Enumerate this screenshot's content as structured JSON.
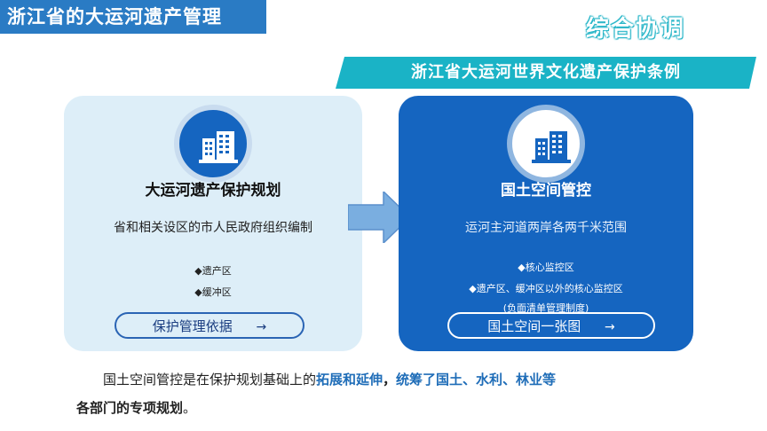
{
  "header": {
    "title": "浙江省的大运河遗产管理",
    "corner_title": "综合协调",
    "banner": "浙江省大运河世界文化遗产保护条例"
  },
  "left_card": {
    "icon": "building-icon",
    "title": "大运河遗产保护规划",
    "description": "省和相关设区的市人民政府组织编制",
    "bullets": [
      "◆遗产区",
      "◆缓冲区"
    ],
    "button_label": "保护管理依据",
    "button_arrow": "→"
  },
  "right_card": {
    "icon": "building-icon",
    "title": "国土空间管控",
    "description": "运河主河道两岸各两千米范围",
    "bullets": [
      "◆核心监控区",
      "◆遗产区、缓冲区以外的核心监控区"
    ],
    "note": "(负面清单管理制度)",
    "button_label": "国土空间一张图",
    "button_arrow": "→"
  },
  "paragraph": {
    "part1": "国土空间管控是在保护规划基础上的",
    "highlight1": "拓展和延伸",
    "part2": "，",
    "highlight2": "统筹了国土、水利、林业等",
    "part3": "各部门的专项规划",
    "part4": "。"
  },
  "colors": {
    "title_bar": "#2a7bc4",
    "banner": "#1ab3c6",
    "left_card": "#ddeef8",
    "right_card": "#1565c0",
    "arrow": "#7aaee0",
    "highlight": "#1f6db8"
  }
}
